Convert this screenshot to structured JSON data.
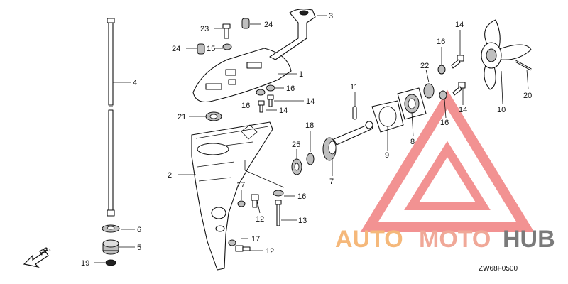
{
  "diagram_code": "ZW68F0500",
  "direction_label": "FR.",
  "watermark": {
    "word_a": "AUTO",
    "word_b": "MOTO",
    "word_c": "HUB",
    "color_a": "#f5b87a",
    "color_b": "#f0a898",
    "color_c": "#7a7a7a",
    "logo_color": "#f08080"
  },
  "callouts": [
    {
      "id": "c1",
      "text": "1"
    },
    {
      "id": "c2",
      "text": "2"
    },
    {
      "id": "c3",
      "text": "3"
    },
    {
      "id": "c4",
      "text": "4"
    },
    {
      "id": "c5",
      "text": "5"
    },
    {
      "id": "c6",
      "text": "6"
    },
    {
      "id": "c7",
      "text": "7"
    },
    {
      "id": "c8",
      "text": "8"
    },
    {
      "id": "c9",
      "text": "9"
    },
    {
      "id": "c10",
      "text": "10"
    },
    {
      "id": "c11",
      "text": "11"
    },
    {
      "id": "c12a",
      "text": "12"
    },
    {
      "id": "c12b",
      "text": "12"
    },
    {
      "id": "c13",
      "text": "13"
    },
    {
      "id": "c14a",
      "text": "14"
    },
    {
      "id": "c14b",
      "text": "14"
    },
    {
      "id": "c14c",
      "text": "14"
    },
    {
      "id": "c15",
      "text": "15"
    },
    {
      "id": "c16a",
      "text": "16"
    },
    {
      "id": "c16b",
      "text": "16"
    },
    {
      "id": "c16c",
      "text": "16"
    },
    {
      "id": "c16d",
      "text": "16"
    },
    {
      "id": "c16e",
      "text": "16"
    },
    {
      "id": "c17a",
      "text": "17"
    },
    {
      "id": "c17b",
      "text": "17"
    },
    {
      "id": "c18",
      "text": "18"
    },
    {
      "id": "c19",
      "text": "19"
    },
    {
      "id": "c20",
      "text": "20"
    },
    {
      "id": "c21",
      "text": "21"
    },
    {
      "id": "c22",
      "text": "22"
    },
    {
      "id": "c23",
      "text": "23"
    },
    {
      "id": "c24a",
      "text": "24"
    },
    {
      "id": "c24b",
      "text": "24"
    },
    {
      "id": "c25",
      "text": "25"
    }
  ]
}
